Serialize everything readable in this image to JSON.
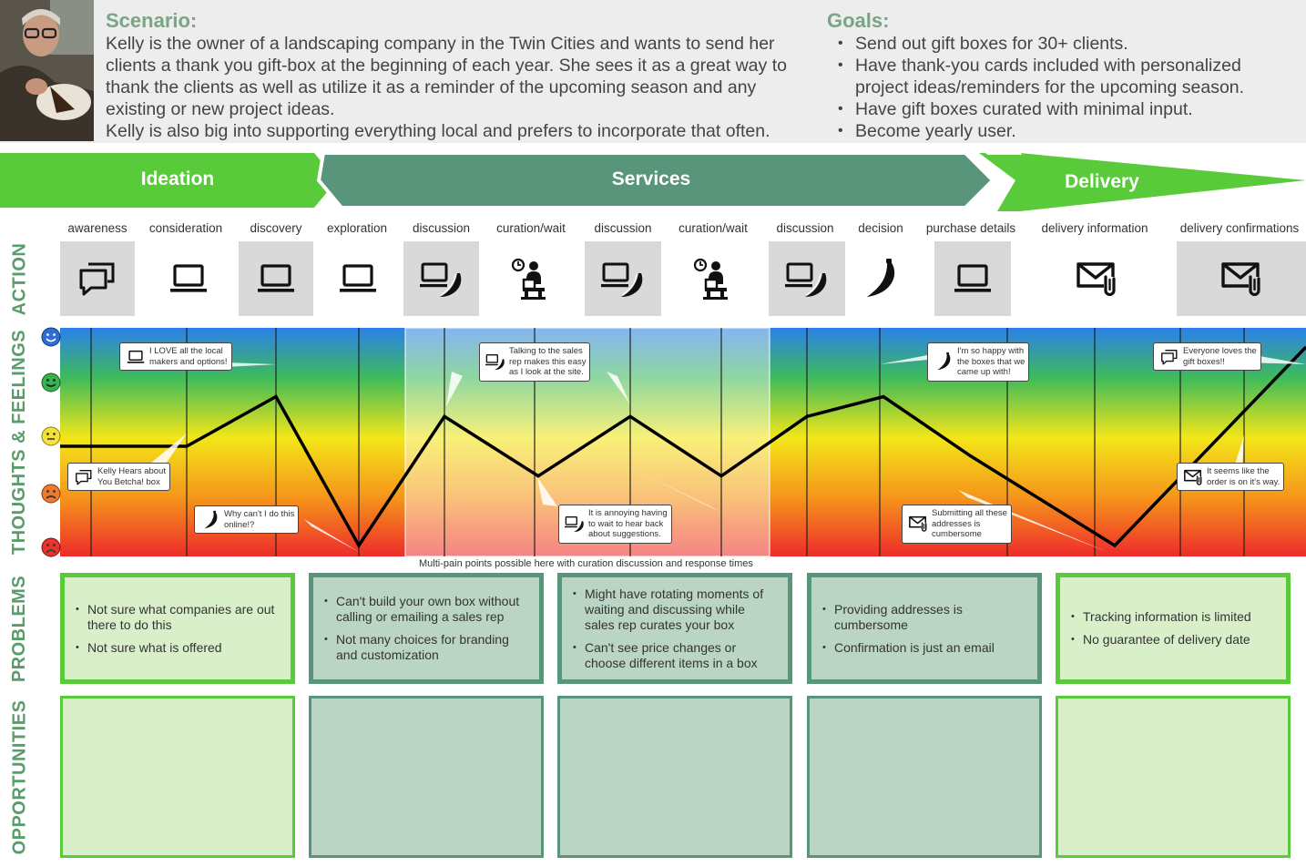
{
  "scenario": {
    "title": "Scenario:",
    "lines": [
      "Kelly is the owner of a landscaping company in the Twin Cities and wants to send her",
      "clients a thank you gift-box at the beginning of each year. She sees it as a great way to",
      "thank the clients as well as utilize it as a reminder of the upcoming season and any",
      "existing or new project ideas.",
      "Kelly is also big into supporting everything local and prefers to incorporate that often."
    ]
  },
  "goals": {
    "title": "Goals:",
    "items": [
      "Send out gift boxes for 30+ clients.",
      "Have thank-you cards included with personalized",
      "project ideas/reminders for the upcoming season.",
      "Have gift boxes curated with minimal input.",
      "Become yearly user."
    ]
  },
  "phases": [
    "Ideation",
    "Services",
    "Delivery"
  ],
  "colors": {
    "light_green": "#59cb3a",
    "teal": "#59957a",
    "box_green": "#d9efca",
    "box_teal": "#bad5c4",
    "title_green": "#7aa585"
  },
  "stages": [
    "awareness",
    "consideration",
    "discovery",
    "exploration",
    "discussion",
    "curation/wait",
    "discussion",
    "curation/wait",
    "discussion",
    "decision",
    "purchase details",
    "delivery information",
    "delivery confirmations"
  ],
  "actions": [
    "chat-icon",
    "laptop-icon",
    "laptop-icon",
    "laptop-icon",
    "laptop-phone-icon",
    "person-waiting-icon",
    "laptop-phone-icon",
    "person-waiting-icon",
    "laptop-phone-icon",
    "phone-icon",
    "laptop-icon",
    "mail-icon",
    "mail-icon"
  ],
  "side_labels": {
    "action": "ACTION",
    "thoughts": "THOUGHTS & FEELINGS",
    "problems": "PROBLEMS",
    "opportunities": "OPPORTUNITIES"
  },
  "emotion_scale": [
    "very-happy-face-icon",
    "happy-face-icon",
    "neutral-face-icon",
    "sad-face-icon",
    "very-sad-face-icon"
  ],
  "emotion_curve": [
    -0.2,
    0,
    1,
    -2,
    0.6,
    -0.6,
    0.6,
    -0.6,
    0.6,
    1,
    -0.2,
    -2,
    2
  ],
  "thoughts": [
    {
      "icon": "laptop-icon",
      "text": [
        "I LOVE all the local",
        "makers and options!"
      ]
    },
    {
      "icon": "chat-icon",
      "text": [
        "Kelly Hears about",
        "You Betcha! box"
      ]
    },
    {
      "icon": "phone-icon",
      "text": [
        "Why can't I do this",
        "online!?"
      ]
    },
    {
      "icon": "laptop-phone-icon",
      "text": [
        "Talking to the sales",
        "rep makes this easy",
        "as I look at the site."
      ]
    },
    {
      "icon": "laptop-phone-icon",
      "text": [
        "It is annoying having",
        "to wait to hear back",
        "about suggestions."
      ]
    },
    {
      "icon": "phone-icon",
      "text": [
        "I'm so happy with",
        "the boxes that we",
        "came up with!"
      ]
    },
    {
      "icon": "mail-icon",
      "text": [
        "Submitting all these",
        "addresses is",
        "cumbersome"
      ]
    },
    {
      "icon": "chat-icon",
      "text": [
        "Everyone loves the",
        "gift boxes!!"
      ]
    },
    {
      "icon": "mail-icon",
      "text": [
        "It seems like the",
        "order is on it's way."
      ]
    }
  ],
  "multi_note": "Multi-pain points possible here with curation discussion and response times",
  "problems": [
    [
      "Not sure what companies are out there to do this",
      "Not sure what is offered"
    ],
    [
      "Can't build your own box without calling or emailing a sales rep",
      "Not many choices for branding and customization"
    ],
    [
      "Might have rotating moments of waiting and discussing while sales rep curates your box",
      "Can't see price changes or choose different items in a box"
    ],
    [
      "Providing addresses is cumbersome",
      "Confirmation is just an email"
    ],
    [
      "Tracking information is limited",
      "No guarantee of delivery date"
    ]
  ]
}
